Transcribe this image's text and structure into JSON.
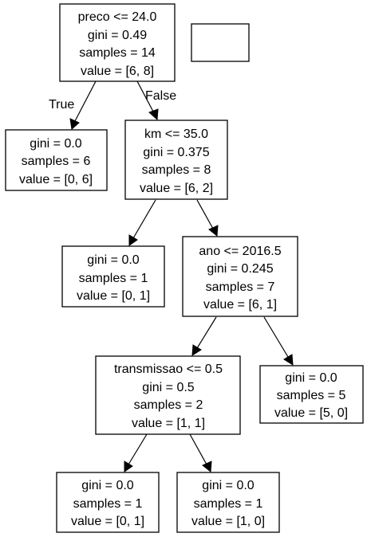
{
  "nodes": [
    {
      "id": "root",
      "lines": [
        "preco <= 24.0",
        "gini = 0.49",
        "samples = 14",
        "value = [6, 8]"
      ]
    },
    {
      "id": "leaf-1",
      "lines": [
        "gini = 0.0",
        "samples = 6",
        "value = [0, 6]"
      ]
    },
    {
      "id": "km-split",
      "lines": [
        "km <= 35.0",
        "gini = 0.375",
        "samples = 8",
        "value = [6, 2]"
      ]
    },
    {
      "id": "leaf-2",
      "lines": [
        "gini = 0.0",
        "samples = 1",
        "value = [0, 1]"
      ]
    },
    {
      "id": "ano-split",
      "lines": [
        "ano <= 2016.5",
        "gini = 0.245",
        "samples = 7",
        "value = [6, 1]"
      ]
    },
    {
      "id": "transmissao-split",
      "lines": [
        "transmissao <= 0.5",
        "gini = 0.5",
        "samples = 2",
        "value = [1, 1]"
      ]
    },
    {
      "id": "leaf-3",
      "lines": [
        "gini = 0.0",
        "samples = 5",
        "value = [5, 0]"
      ]
    },
    {
      "id": "leaf-4",
      "lines": [
        "gini = 0.0",
        "samples = 1",
        "value = [0, 1]"
      ]
    },
    {
      "id": "leaf-5",
      "lines": [
        "gini = 0.0",
        "samples = 1",
        "value = [1, 0]"
      ]
    }
  ],
  "edges": [
    {
      "from": "root",
      "to": "leaf-1",
      "label": "True"
    },
    {
      "from": "root",
      "to": "km-split",
      "label": "False"
    },
    {
      "from": "km-split",
      "to": "leaf-2",
      "label": ""
    },
    {
      "from": "km-split",
      "to": "ano-split",
      "label": ""
    },
    {
      "from": "ano-split",
      "to": "transmissao-split",
      "label": ""
    },
    {
      "from": "ano-split",
      "to": "leaf-3",
      "label": ""
    },
    {
      "from": "transmissao-split",
      "to": "leaf-4",
      "label": ""
    },
    {
      "from": "transmissao-split",
      "to": "leaf-5",
      "label": ""
    }
  ]
}
